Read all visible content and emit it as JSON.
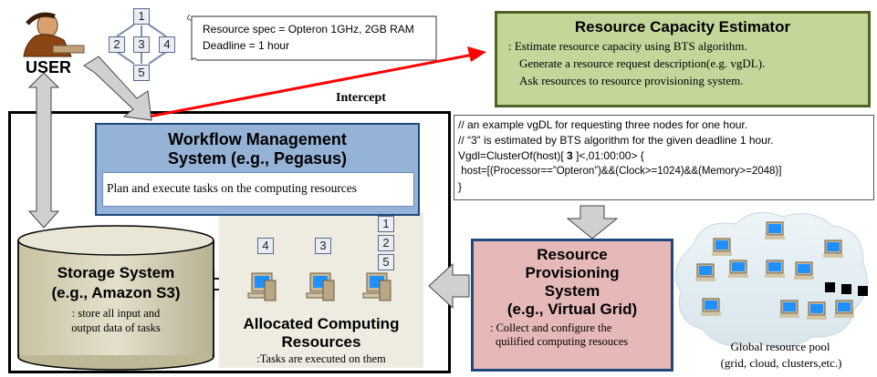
{
  "user": {
    "label": "USER"
  },
  "workflow_nodes": [
    "1",
    "2",
    "3",
    "4",
    "5"
  ],
  "spec_note": {
    "line1": "Resource spec = Opteron 1GHz, 2GB RAM",
    "line2": "Deadline = 1 hour"
  },
  "intercept_label": "Intercept",
  "estimator": {
    "title": "Resource Capacity Estimator",
    "line1": ": Estimate resource capacity using BTS algorithm.",
    "line2": "Generate a resource request description(e.g. vgDL).",
    "line3": "Ask resources to resource provisioning system."
  },
  "vgdl": {
    "line1": "// an example vgDL for requesting three nodes for one hour.",
    "line2": "// “3” is estimated by BTS algorithm for the given deadline 1 hour.",
    "line3a": "Vgdl=ClusterOf(host)[ ",
    "line3b": "3",
    "line3c": " ]<,01:00:00> {",
    "line4": " host=[(Processor==”Opteron”)&&(Clock>=1024)&&(Memory>=2048)]",
    "line5": "}"
  },
  "wms": {
    "title1": "Workflow Management",
    "title2": "System (e.g., Pegasus)",
    "desc": "Plan and execute tasks on the computing resources"
  },
  "storage": {
    "title1": "Storage System",
    "title2": "(e.g., Amazon S3)",
    "desc1": ": store all input and",
    "desc2": "output data of tasks"
  },
  "allocated": {
    "tasks_a": [
      "4"
    ],
    "tasks_b": [
      "3"
    ],
    "tasks_c": [
      "1",
      "2",
      "5"
    ],
    "title1": "Allocated Computing",
    "title2": "Resources",
    "desc": ":Tasks are executed on them"
  },
  "provisioning": {
    "title1": "Resource",
    "title2": "Provisioning",
    "title3": "System",
    "title4": "(e.g., Virtual Grid)",
    "desc1": ": Collect and configure the",
    "desc2": "quilified computing resouces"
  },
  "global_pool": {
    "label1": "Global resource pool",
    "label2": "(grid, cloud, clusters,etc.)"
  },
  "colors": {
    "estimator_bg": "#c4d79b",
    "estimator_border": "#4f6228",
    "wms_bg": "#95b3d7",
    "wms_border": "#1f497d",
    "provisioning_bg": "#e6b9b8",
    "provisioning_border": "#1f497d",
    "storage_bg": "#ddd9c3",
    "allocated_bg": "#eeece1",
    "red_arrow": "#ff0000",
    "gray_arrow": "#d0d0d0"
  }
}
